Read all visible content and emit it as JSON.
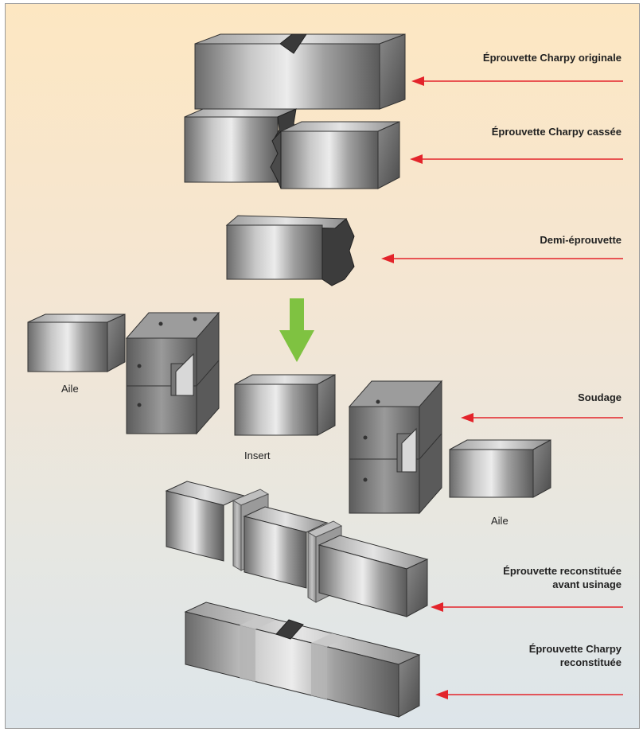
{
  "labels": {
    "original": "Éprouvette Charpy originale",
    "broken": "Éprouvette Charpy cassée",
    "half": "Demi-éprouvette",
    "welding": "Soudage",
    "reconstituted_before_line1": "Éprouvette reconstituée",
    "reconstituted_before_line2": "avant usinage",
    "reconstituted_line1": "Éprouvette Charpy",
    "reconstituted_line2": "reconstituée",
    "wing_left": "Aile",
    "insert": "Insert",
    "wing_right": "Aile"
  },
  "colors": {
    "arrow_red": "#e3242b",
    "arrow_green": "#7fc241",
    "steel_dark": "#4a4a4a",
    "steel_light": "#dcdcdc",
    "weld_gray": "#a8a8a8"
  }
}
